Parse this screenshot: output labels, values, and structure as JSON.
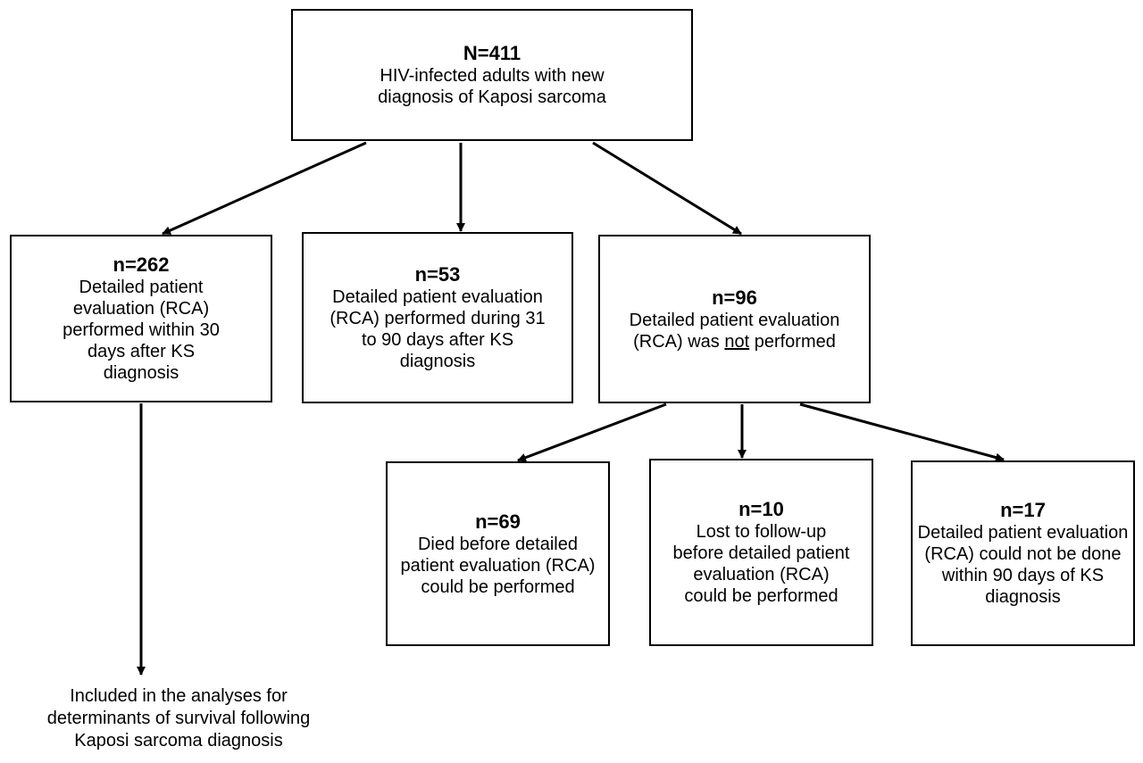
{
  "root": {
    "count": "N=411",
    "description": "HIV-infected adults with new diagnosis of Kaposi sarcoma"
  },
  "branches": [
    {
      "count": "n=262",
      "description": "Detailed patient evaluation (RCA) performed within 30 days after KS diagnosis"
    },
    {
      "count": "n=53",
      "description": "Detailed patient evaluation (RCA) performed during 31 to 90 days after KS diagnosis"
    },
    {
      "count": "n=96",
      "description_prefix": "Detailed patient evaluation (RCA) was ",
      "description_emphasis": "not",
      "description_suffix": " performed"
    }
  ],
  "sub_branches": [
    {
      "count": "n=69",
      "description": "Died before detailed patient evaluation (RCA) could be performed"
    },
    {
      "count": "n=10",
      "description": "Lost to follow-up before detailed patient evaluation (RCA) could be performed"
    },
    {
      "count": "n=17",
      "description": "Detailed patient evaluation (RCA) could not be done within 90 days of KS diagnosis"
    }
  ],
  "outcome": {
    "text": "Included in the analyses for determinants of survival following Kaposi sarcoma diagnosis"
  }
}
